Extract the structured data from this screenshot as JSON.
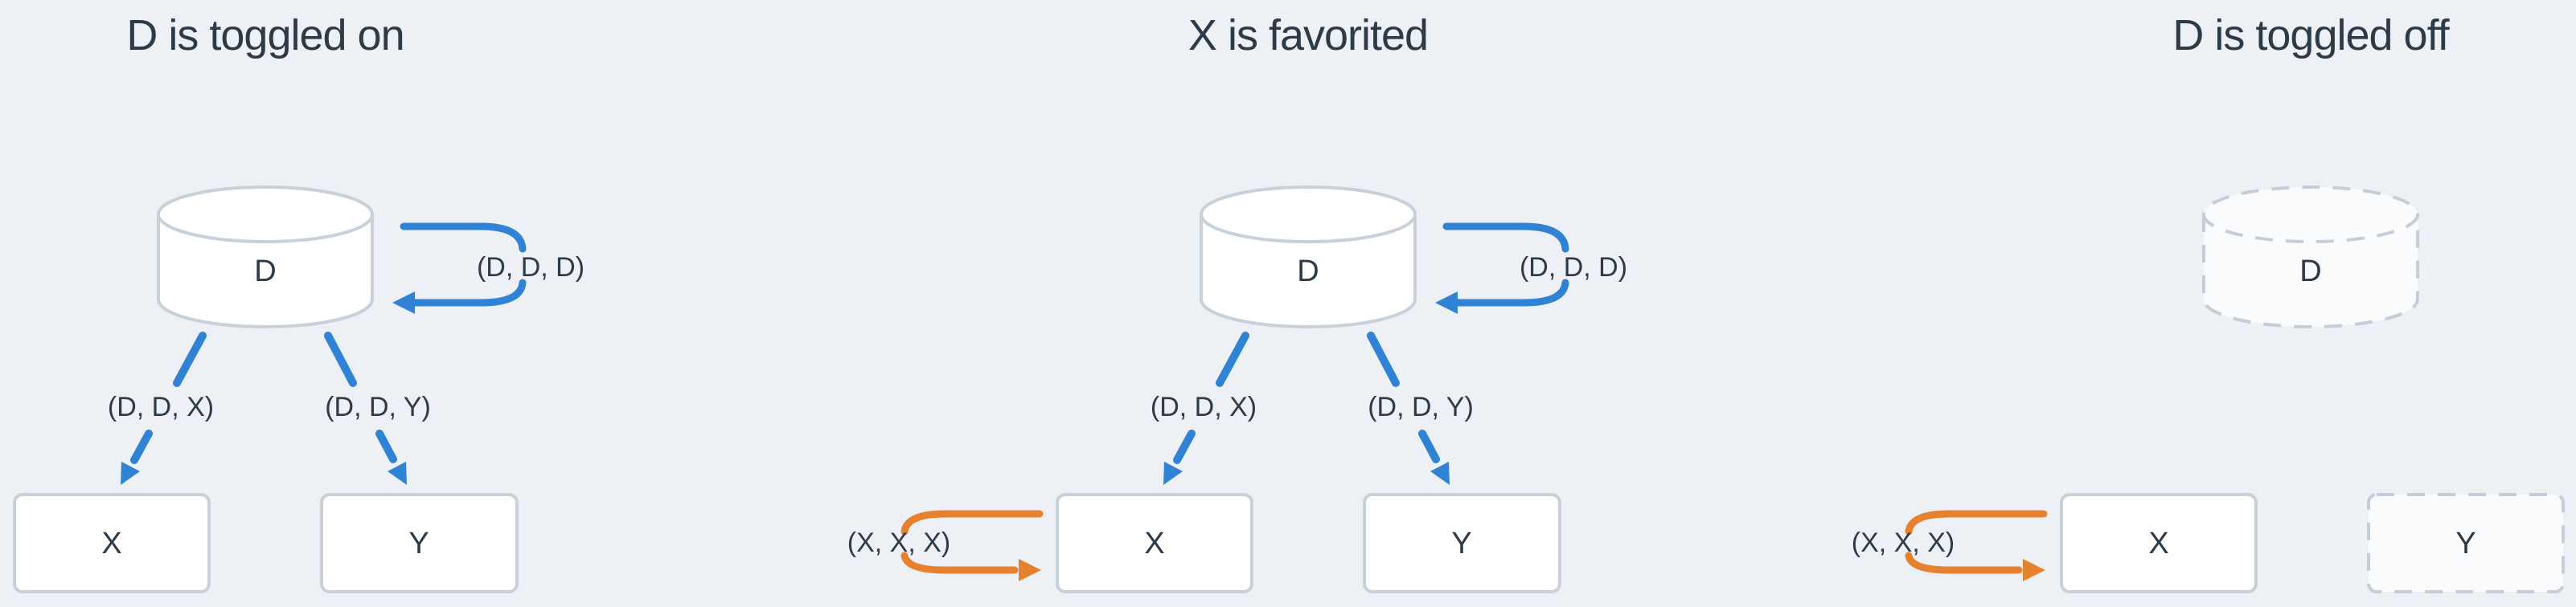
{
  "diagram": {
    "description": "Three-scene diagram showing database D and items X, Y with tuple edges",
    "colors": {
      "background": "#edf1f6",
      "edge_blue": "#2f82d4",
      "loop_orange": "#e5812f",
      "text": "#2d3b48",
      "node_border": "#c8d1d9",
      "dashed_border": "#c5ced8",
      "node_fill": "#ffffff"
    }
  },
  "scenes": [
    {
      "title": "D is toggled on",
      "db_label": "D",
      "db_style": "solid",
      "db_loop_label": "(D, D, D)",
      "edge_x_label": "(D, D, X)",
      "edge_y_label": "(D, D, Y)",
      "x_label": "X",
      "x_style": "solid",
      "y_label": "Y",
      "y_style": "solid"
    },
    {
      "title": "X is favorited",
      "db_label": "D",
      "db_style": "solid",
      "db_loop_label": "(D, D, D)",
      "edge_x_label": "(D, D, X)",
      "edge_y_label": "(D, D, Y)",
      "x_label": "X",
      "x_style": "solid",
      "x_loop_label": "(X, X, X)",
      "y_label": "Y",
      "y_style": "solid"
    },
    {
      "title": "D is toggled off",
      "db_label": "D",
      "db_style": "dashed",
      "x_label": "X",
      "x_style": "solid",
      "x_loop_label": "(X, X, X)",
      "y_label": "Y",
      "y_style": "dashed"
    }
  ]
}
